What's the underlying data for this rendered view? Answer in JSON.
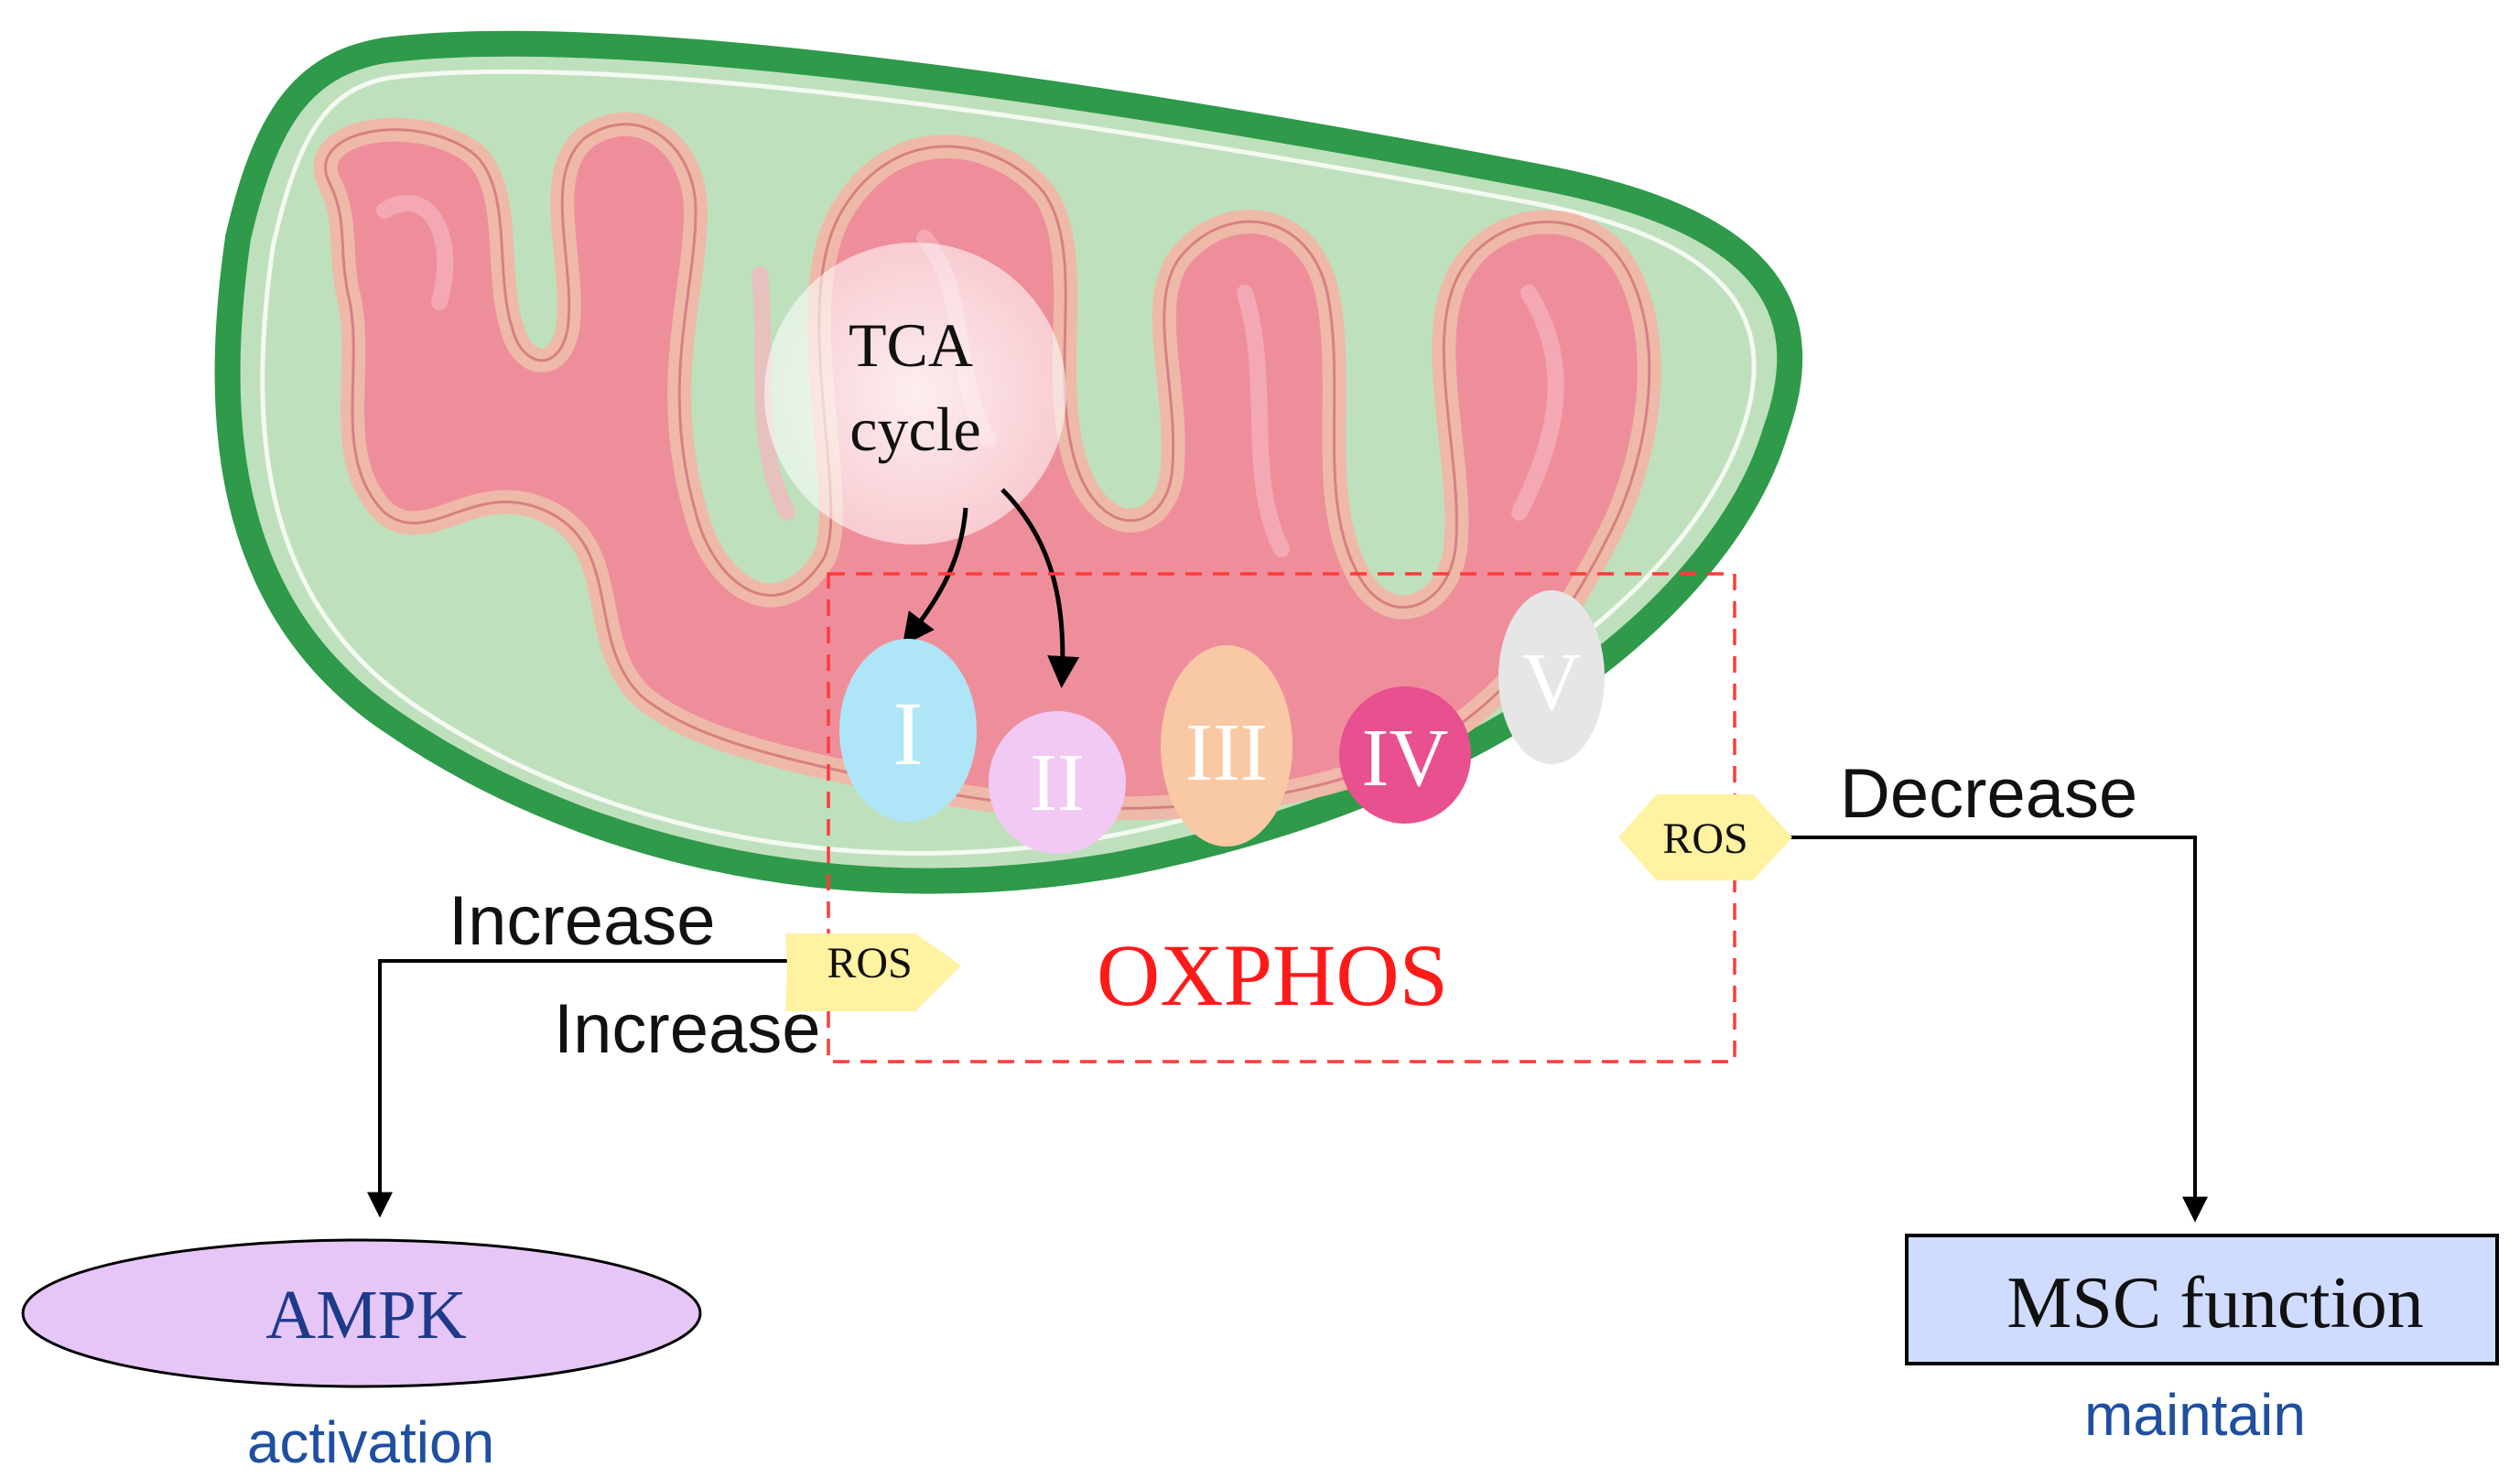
{
  "mitochondrion": {
    "tca_line1": "TCA",
    "tca_line2": "cycle"
  },
  "complexes": [
    {
      "label": "I",
      "color": "#aee6f7"
    },
    {
      "label": "II",
      "color": "#f2c8f5"
    },
    {
      "label": "III",
      "color": "#f9c9a6"
    },
    {
      "label": "IV",
      "color": "#e8508f"
    },
    {
      "label": "V",
      "color": "#e6e6e6"
    }
  ],
  "oxphos": {
    "label": "OXPHOS",
    "color": "#ff1a1a"
  },
  "left_path": {
    "ros": "ROS",
    "increase_top": "Increase",
    "increase_bottom": "Increase",
    "target": "AMPK",
    "effect": "activation"
  },
  "right_path": {
    "ros": "ROS",
    "change": "Decrease",
    "target": "MSC function",
    "effect": "maintain"
  },
  "colors": {
    "outer_membrane": "#2e9a4a",
    "matrix_space": "#bfe0bd",
    "inner_membrane": "#f2b7a8",
    "cristae_fill": "#f28a9a",
    "ros_badge": "#fff2a0",
    "ampk_fill": "#e6c6f7",
    "msc_fill": "#cfdcff",
    "effect_text": "#1e4fa0"
  }
}
